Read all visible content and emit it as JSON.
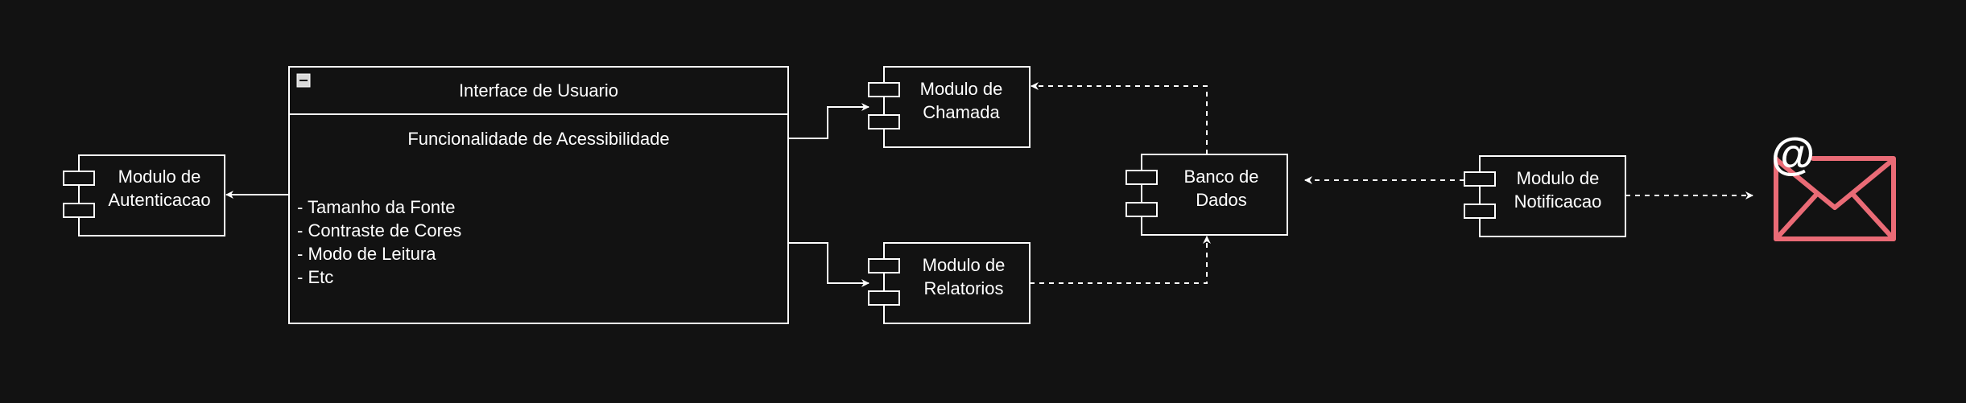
{
  "diagram": {
    "ui_container": {
      "title": "Interface de Usuario",
      "section_title": "Funcionalidade de Acessibilidade",
      "features": [
        "- Tamanho da Fonte",
        "- Contraste de Cores",
        "- Modo de Leitura",
        "- Etc"
      ],
      "collapse_symbol": "−"
    },
    "modules": {
      "autenticacao": [
        "Modulo de",
        "Autenticacao"
      ],
      "chamada": [
        "Modulo de",
        "Chamada"
      ],
      "relatorios": [
        "Modulo de",
        "Relatorios"
      ],
      "banco": [
        "Banco de",
        "Dados"
      ],
      "notificacao": [
        "Modulo de",
        "Notificacao"
      ]
    },
    "colors": {
      "background": "#121212",
      "stroke": "#ffffff",
      "email_icon": "#ea6b76"
    },
    "icons": {
      "email": "email-at-envelope-icon"
    }
  }
}
